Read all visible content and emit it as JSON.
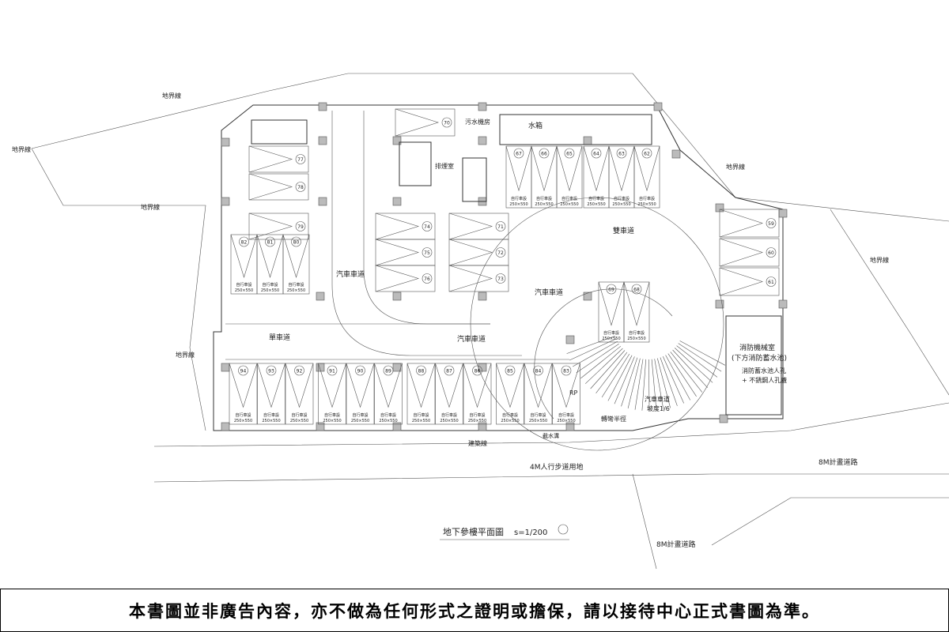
{
  "labels": {
    "boundary_line": "地界線",
    "road_8m": "8M計畫道路",
    "walkway_4m": "4M人行步道用地",
    "building_line": "建築線",
    "plan_title": "地下參樓平面圖",
    "scale": "s=1/200",
    "car_lane": "汽車車道",
    "bike_lane": "單車道",
    "two_way": "雙車道",
    "water_tank": "水箱",
    "staircase": "排煙室",
    "elevator": "污水機房",
    "fire_room": "消防機械室",
    "fire_room_sub": "(下方消防蓄水池)",
    "fire_water": "消防蓄水池人孔",
    "manhole": "+ 不銹鋼人孔蓋",
    "ramp_note": "汽車車道",
    "ramp_slope": "坡度1/6",
    "rp": "RP",
    "drain": "截水溝",
    "curve_radius": "轉彎半徑"
  },
  "parking": {
    "tag": "自行車設",
    "size": "250×550",
    "top_row": [
      "67",
      "66",
      "65",
      "64",
      "63",
      "62"
    ],
    "left_col": [
      "77",
      "78",
      "79"
    ],
    "left_row": [
      "82",
      "81",
      "80"
    ],
    "mid_left": [
      "74",
      "75",
      "76"
    ],
    "mid_right": [
      "71",
      "72",
      "73"
    ],
    "right_col": [
      "59",
      "60",
      "61"
    ],
    "inner": [
      "69",
      "68"
    ],
    "top_single": "70",
    "bottom_row": [
      "94",
      "93",
      "92",
      "91",
      "90",
      "89",
      "88",
      "87",
      "86",
      "85",
      "84",
      "83"
    ]
  },
  "disclaimer": "本書圖並非廣告內容，亦不做為任何形式之證明或擔保，請以接待中心正式書圖為準。"
}
